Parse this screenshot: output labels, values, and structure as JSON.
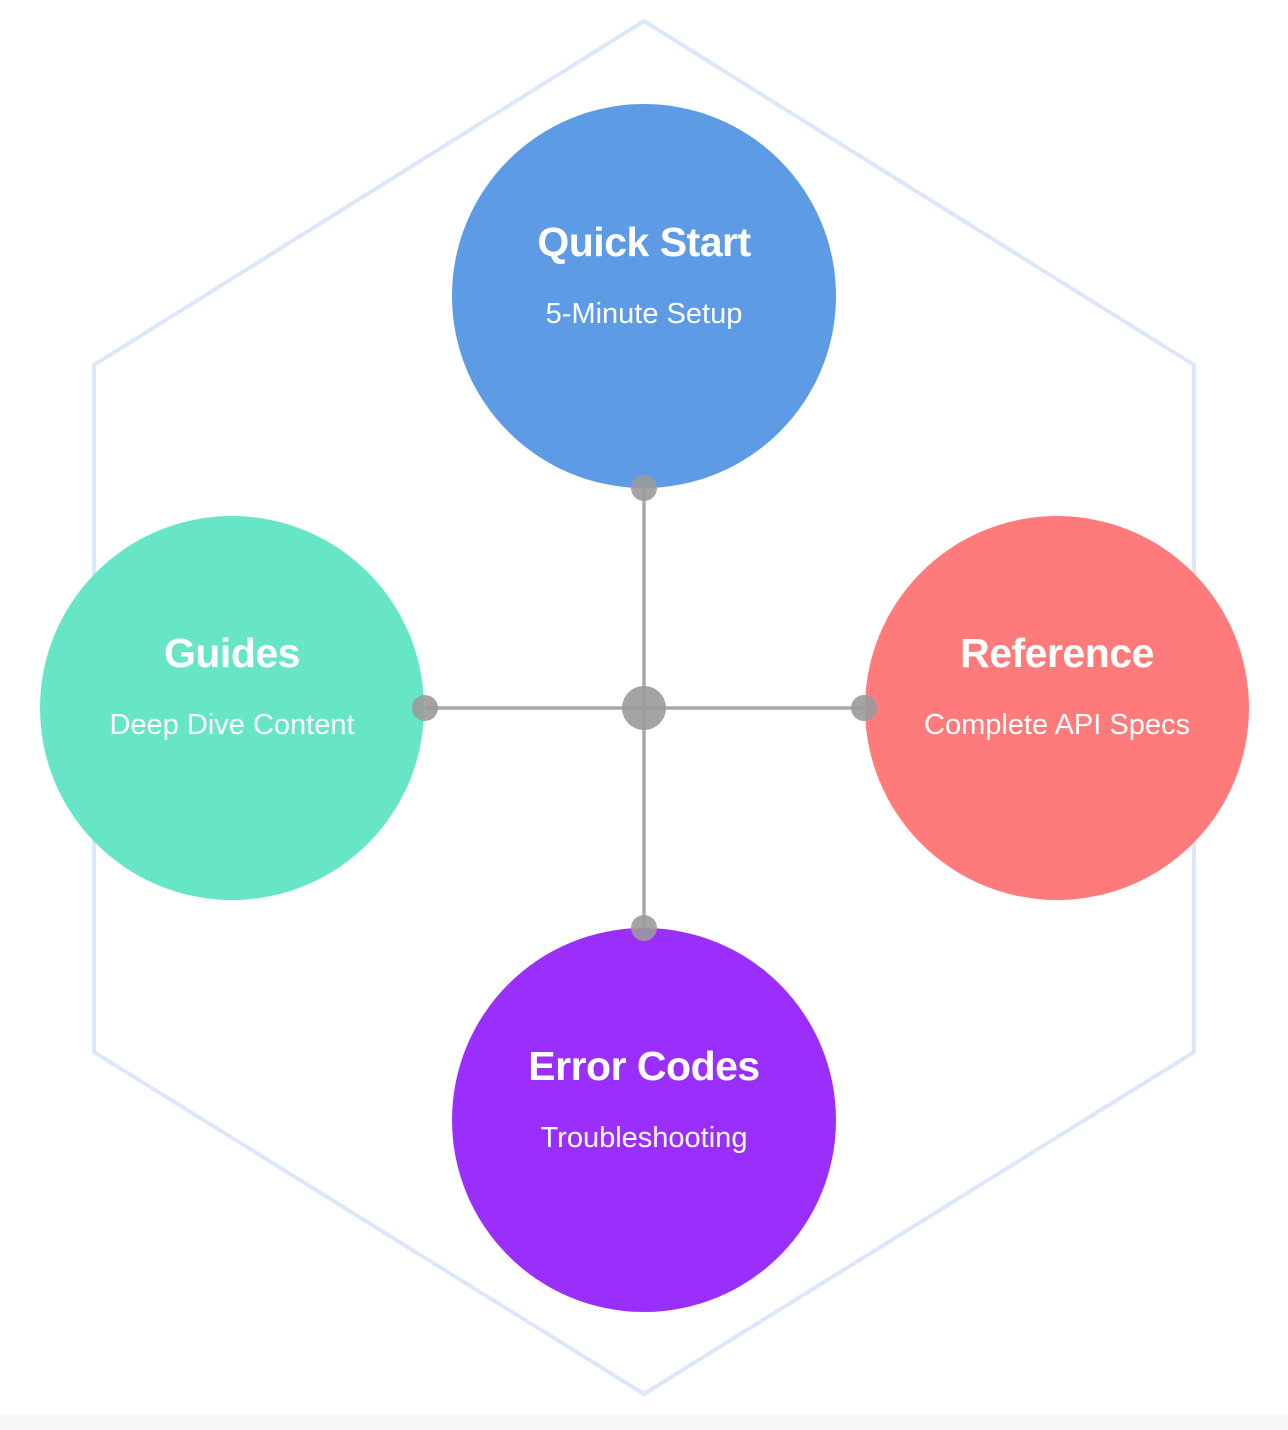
{
  "nodes": [
    {
      "id": "quick-start",
      "title": "Quick Start",
      "subtitle": "5-Minute Setup",
      "color": "#5d9be4"
    },
    {
      "id": "guides",
      "title": "Guides",
      "subtitle": "Deep Dive Content",
      "color": "#66e6c7"
    },
    {
      "id": "reference",
      "title": "Reference",
      "subtitle": "Complete API Specs",
      "color": "#ff7b7b"
    },
    {
      "id": "error-codes",
      "title": "Error Codes",
      "subtitle": "Troubleshooting",
      "color": "#9a2ffc"
    }
  ],
  "colors": {
    "hexagon_outline": "#dce8fa",
    "connector": "#9a9a9a",
    "hub": "#9a9a9a"
  }
}
